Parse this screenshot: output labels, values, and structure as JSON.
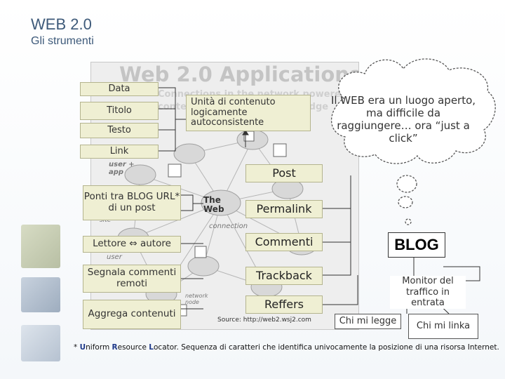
{
  "header": {
    "title": "WEB 2.0",
    "subtitle": "Gli strumenti"
  },
  "diagram": {
    "title": "Web 2.0 Applications:",
    "subtitle_line1": "Connections in the network powered by",
    "subtitle_line2": "contents, interaction, knowledge",
    "notes": {
      "user_app": "user + app",
      "the_web": "The Web",
      "connection": "connection",
      "user": "user",
      "network_node": "network node",
      "site": "site"
    },
    "source": "Source: http://web2.wsj2.com"
  },
  "left_labels": [
    "Data",
    "Titolo",
    "Testo",
    "Link"
  ],
  "center_note": "Unità di contenuto logicamente autoconsistente",
  "tools": [
    "Ponti tra BLOG URL* di un post",
    "Lettore ⇔ autore",
    "Segnala commenti remoti",
    "Aggrega contenuti"
  ],
  "features": [
    "Post",
    "Permalink",
    "Commenti",
    "Trackback",
    "Reffers"
  ],
  "thought": "Il WEB era un luogo aperto, ma difficile da raggiungere… ora “just a click”",
  "blog": {
    "label": "BLOG",
    "monitor": "Monitor del traffico in entrata",
    "chi_mi_legge": "Chi mi legge",
    "chi_mi_linka": "Chi mi linka"
  },
  "footnote": {
    "star": "*",
    "u": "U",
    "niform": "niform ",
    "r": "R",
    "esource": "esource ",
    "l": "L",
    "ocator": "ocator",
    "text": ". Sequenza di caratteri che identifica univocamente la posizione di una risorsa Internet."
  }
}
